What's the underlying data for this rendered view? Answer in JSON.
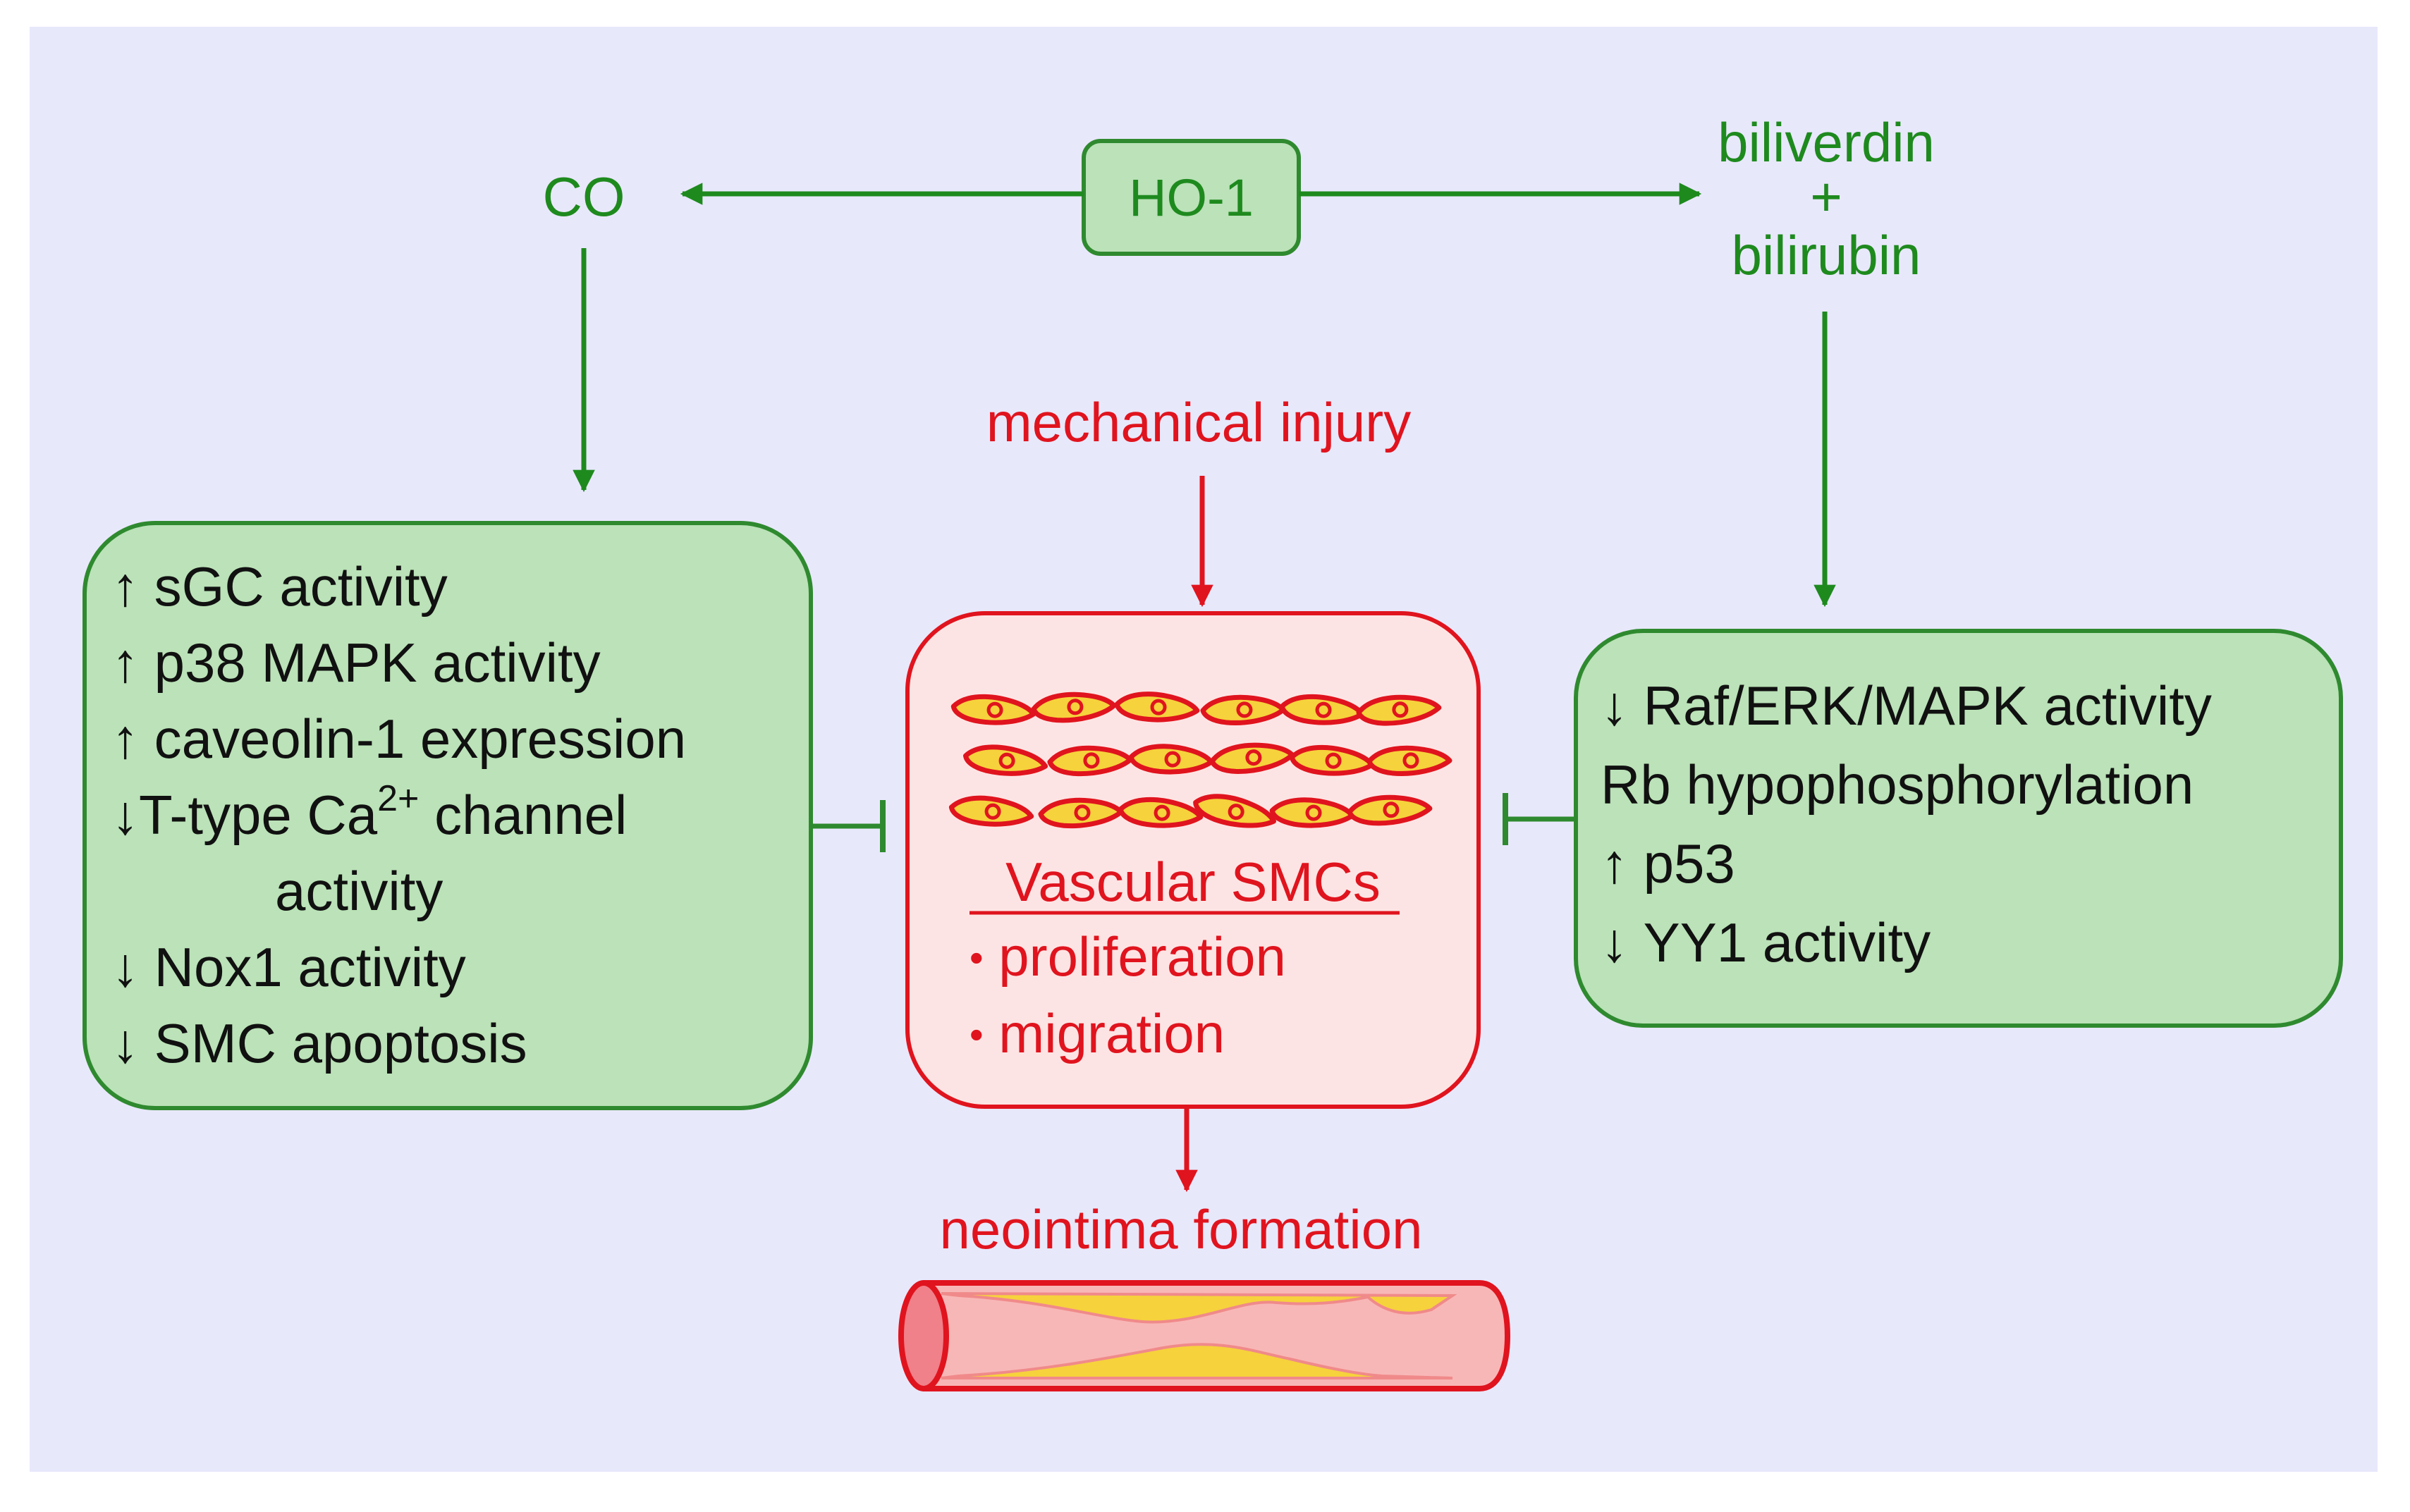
{
  "colors": {
    "background": "#e8e8fb",
    "green_fill": "#bbe2b8",
    "green_stroke": "#2f8a2f",
    "green_text": "#1e8a1e",
    "red_fill": "#fde4e4",
    "red_stroke": "#e0141e",
    "cell_fill": "#f6d23c",
    "vessel_fill": "#f8b7b7"
  },
  "nodes": {
    "ho1": "HO-1",
    "co": "CO",
    "biliverdin": "biliverdin",
    "plus": "+",
    "bilirubin": "bilirubin",
    "mechanical_injury": "mechanical injury",
    "neointima": "neointima formation"
  },
  "left_box": {
    "l1_arrow": "↑",
    "l1_text": "sGC activity",
    "l2_arrow": "↑",
    "l2_text": "p38 MAPK activity",
    "l3_arrow": "↑",
    "l3_text": "caveolin-1 expression",
    "l4_arrow": "↓",
    "l4_text": "T-type Ca",
    "l4_sup": "2+",
    "l4_tail": " channel",
    "l5_text": "activity",
    "l6_arrow": "↓",
    "l6_text": "Nox1 activity",
    "l7_arrow": "↓",
    "l7_text": "SMC apoptosis"
  },
  "center_box": {
    "title": "Vascular SMCs",
    "bullet": "•",
    "item1": "proliferation",
    "item2": "migration",
    "cell_icon": "smooth-muscle-cell-icon"
  },
  "right_box": {
    "r1_arrow": "↓",
    "r1_text": "Raf/ERK/MAPK activity",
    "r2_text": "Rb hypophosphorylation",
    "r3_arrow": "↑",
    "r3_text": "p53",
    "r4_arrow": "↓",
    "r4_text": "YY1 activity"
  },
  "icons": {
    "vessel": "blood-vessel-icon"
  }
}
